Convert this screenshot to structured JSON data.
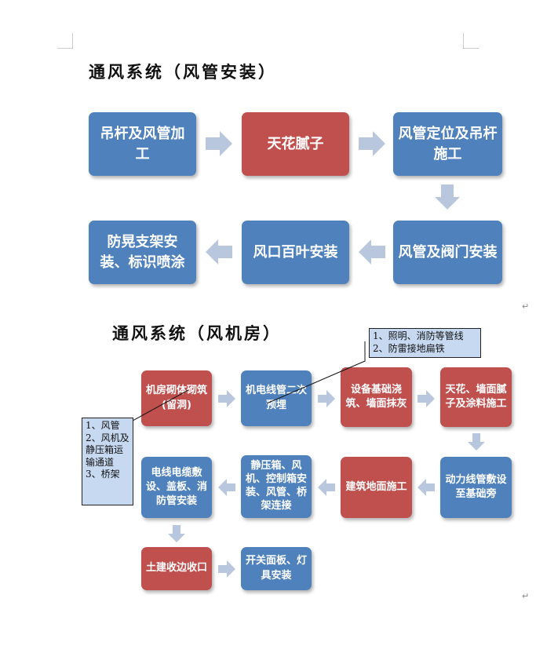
{
  "section1": {
    "title": "通风系统（风管安装）",
    "steps": [
      "吊杆及风管加工",
      "天花腻子",
      "风管定位及吊杆施工",
      "风管及阀门安装",
      "风口百叶安装",
      "防晃支架安装、标识喷涂"
    ]
  },
  "section2": {
    "title": "通风系统（风机房）",
    "steps": [
      "机房砌体砌筑(留洞)",
      "机电线管二次预埋",
      "设备基础浇筑、墙面抹灰",
      "天花、墙面腻子及涂料施工",
      "动力线管敷设至基础旁",
      "建筑地面施工",
      "静压箱、风机、控制箱安装、风管、桥架连接",
      "电线电缆敷设、盖板、消防管安装",
      "土建收边收口",
      "开关面板、灯具安装"
    ],
    "callout_top": "1、照明、消防等管线\n2、防雷接地扁铁",
    "callout_left": "1、风管\n2、风机及静压箱运输通道\n3、桥架"
  },
  "paragraph_mark": "↵",
  "colors": {
    "blue": "#4f81bd",
    "red": "#c0504d",
    "arrow": "#b8c7de",
    "callout": "#c6d9f1"
  }
}
